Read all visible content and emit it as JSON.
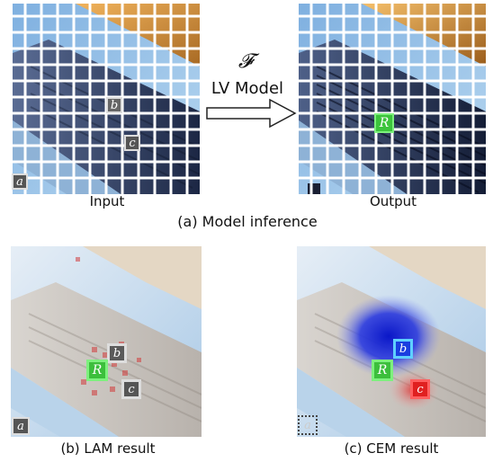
{
  "figure": {
    "arrow": {
      "operator": "𝓕",
      "label": "LV Model"
    },
    "top": {
      "input_caption": "Input",
      "output_caption": "Output",
      "caption": "(a) Model inference"
    },
    "bottom": {
      "lam_caption": "(b) LAM result",
      "cem_caption": "(c) CEM result"
    },
    "patches": {
      "a": "a",
      "b": "b",
      "c": "c",
      "r": "R"
    },
    "colors": {
      "sky": "#9ec8ea",
      "building_dark": "#1f2c4a",
      "building_mid": "#3c4e76",
      "accent_orange": "#e59b3b",
      "patch_green": "#2fbf2f",
      "patch_gray": "#555555",
      "cem_blue": "#1a2ad6",
      "cem_red": "#e02020",
      "lam_red": "#d23a3a"
    }
  }
}
